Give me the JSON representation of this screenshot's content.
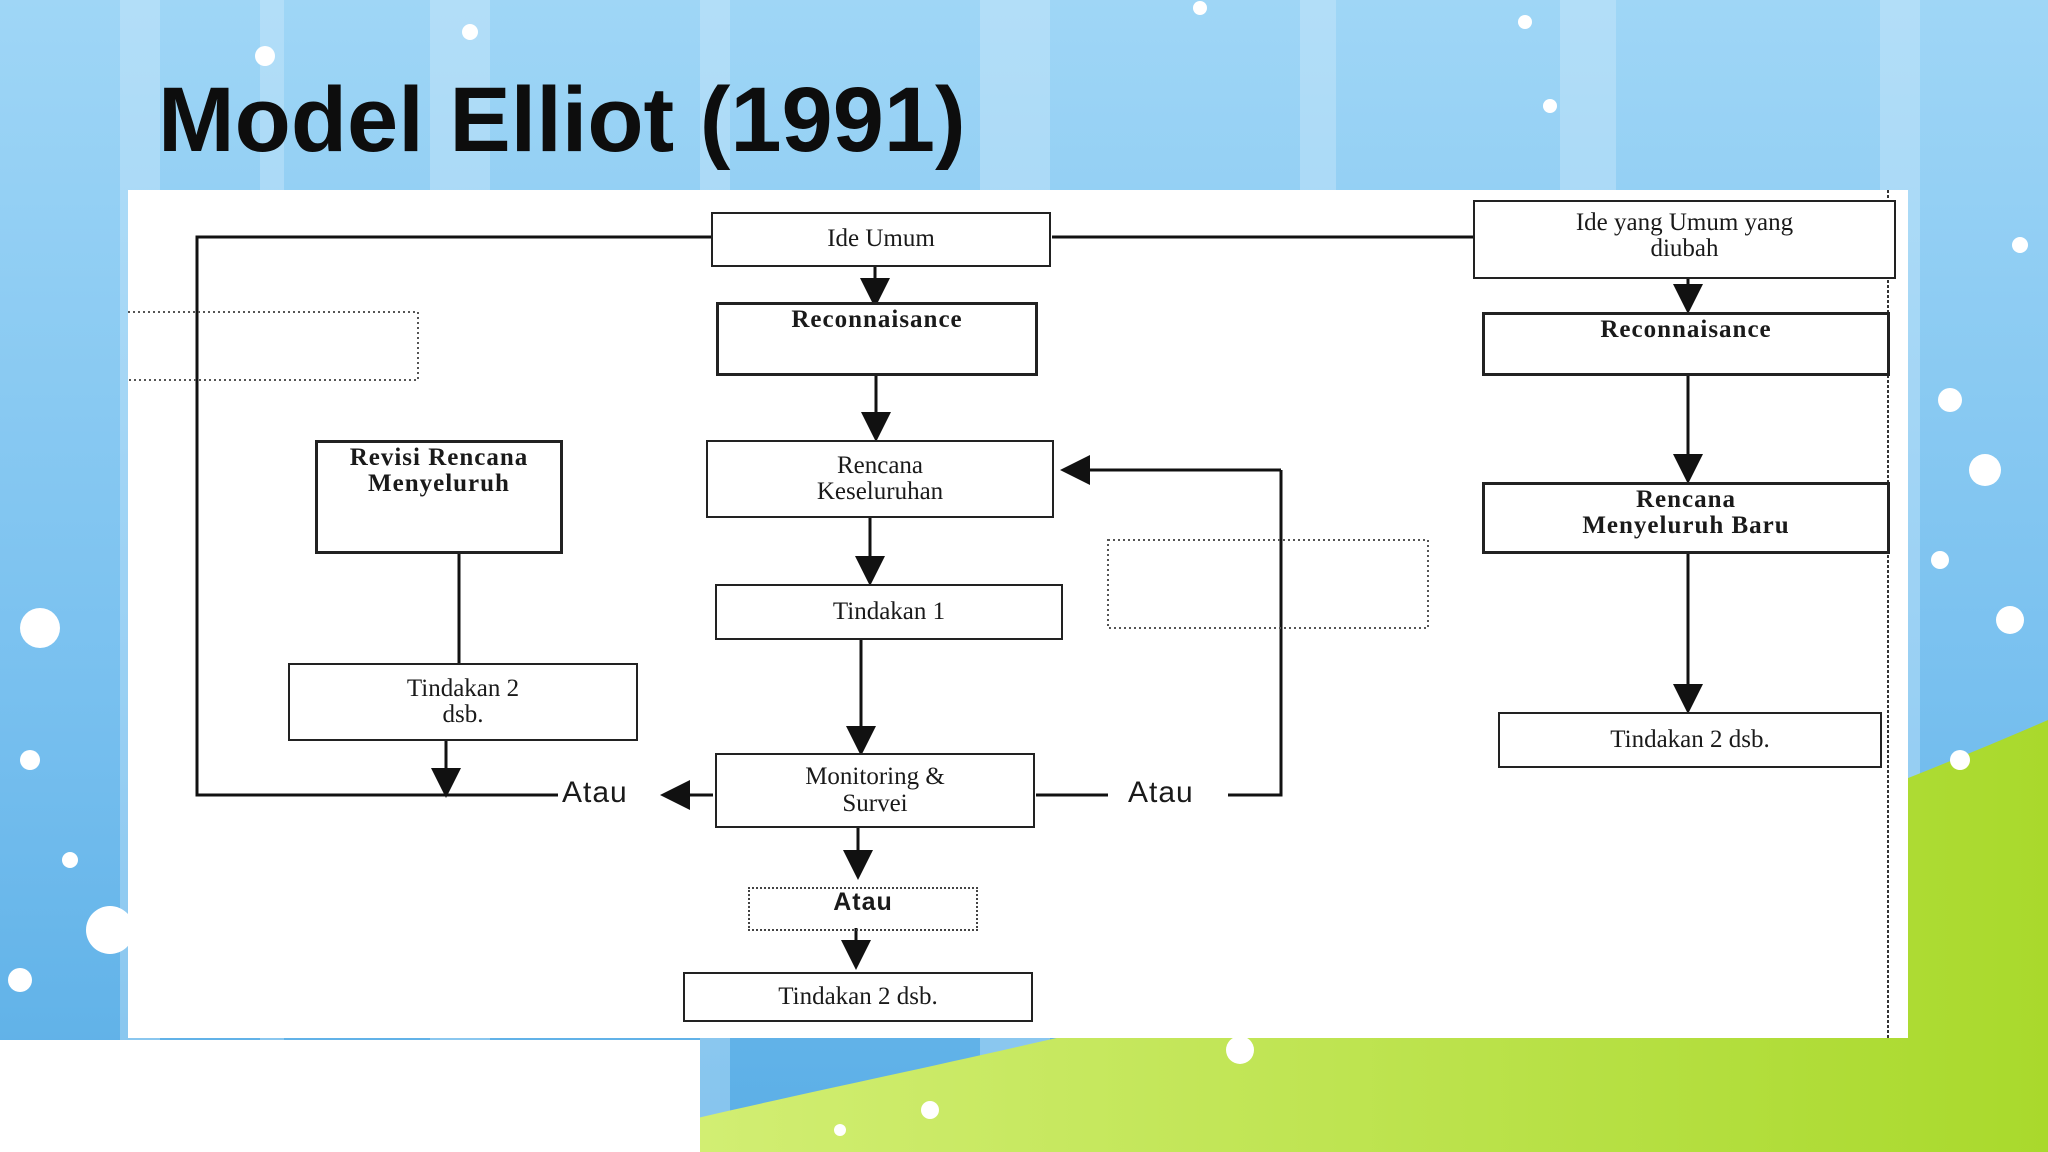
{
  "slide": {
    "title": "Model Elliot (1991)"
  },
  "diagram": {
    "nodes": {
      "ide_umum": "Ide Umum",
      "reconnaisance_main": "Reconnaisance",
      "rencana_keseluruhan": "Rencana\nKeseluruhan",
      "tindakan_1": "Tindakan 1",
      "monitoring_survei": "Monitoring &\nSurvei",
      "atau_bottom": "Atau",
      "tindakan_2_bottom": "Tindakan 2 dsb.",
      "revisi_rencana": "Revisi Rencana\nMenyeluruh",
      "tindakan_2_left": "Tindakan 2\ndsb.",
      "ide_diubah": "Ide yang Umum yang\ndiubah",
      "reconnaisance_right": "Reconnaisance",
      "rencana_baru": "Rencana\nMenyeluruh Baru",
      "tindakan_2_right": "Tindakan 2 dsb."
    },
    "labels": {
      "atau_left": "Atau",
      "atau_right": "Atau"
    }
  },
  "colors": {
    "sky_blue": "#8ccbf2",
    "sky_light": "#bfe4fa",
    "lime_green": "#b9e23f",
    "ink": "#1a1a1a"
  }
}
